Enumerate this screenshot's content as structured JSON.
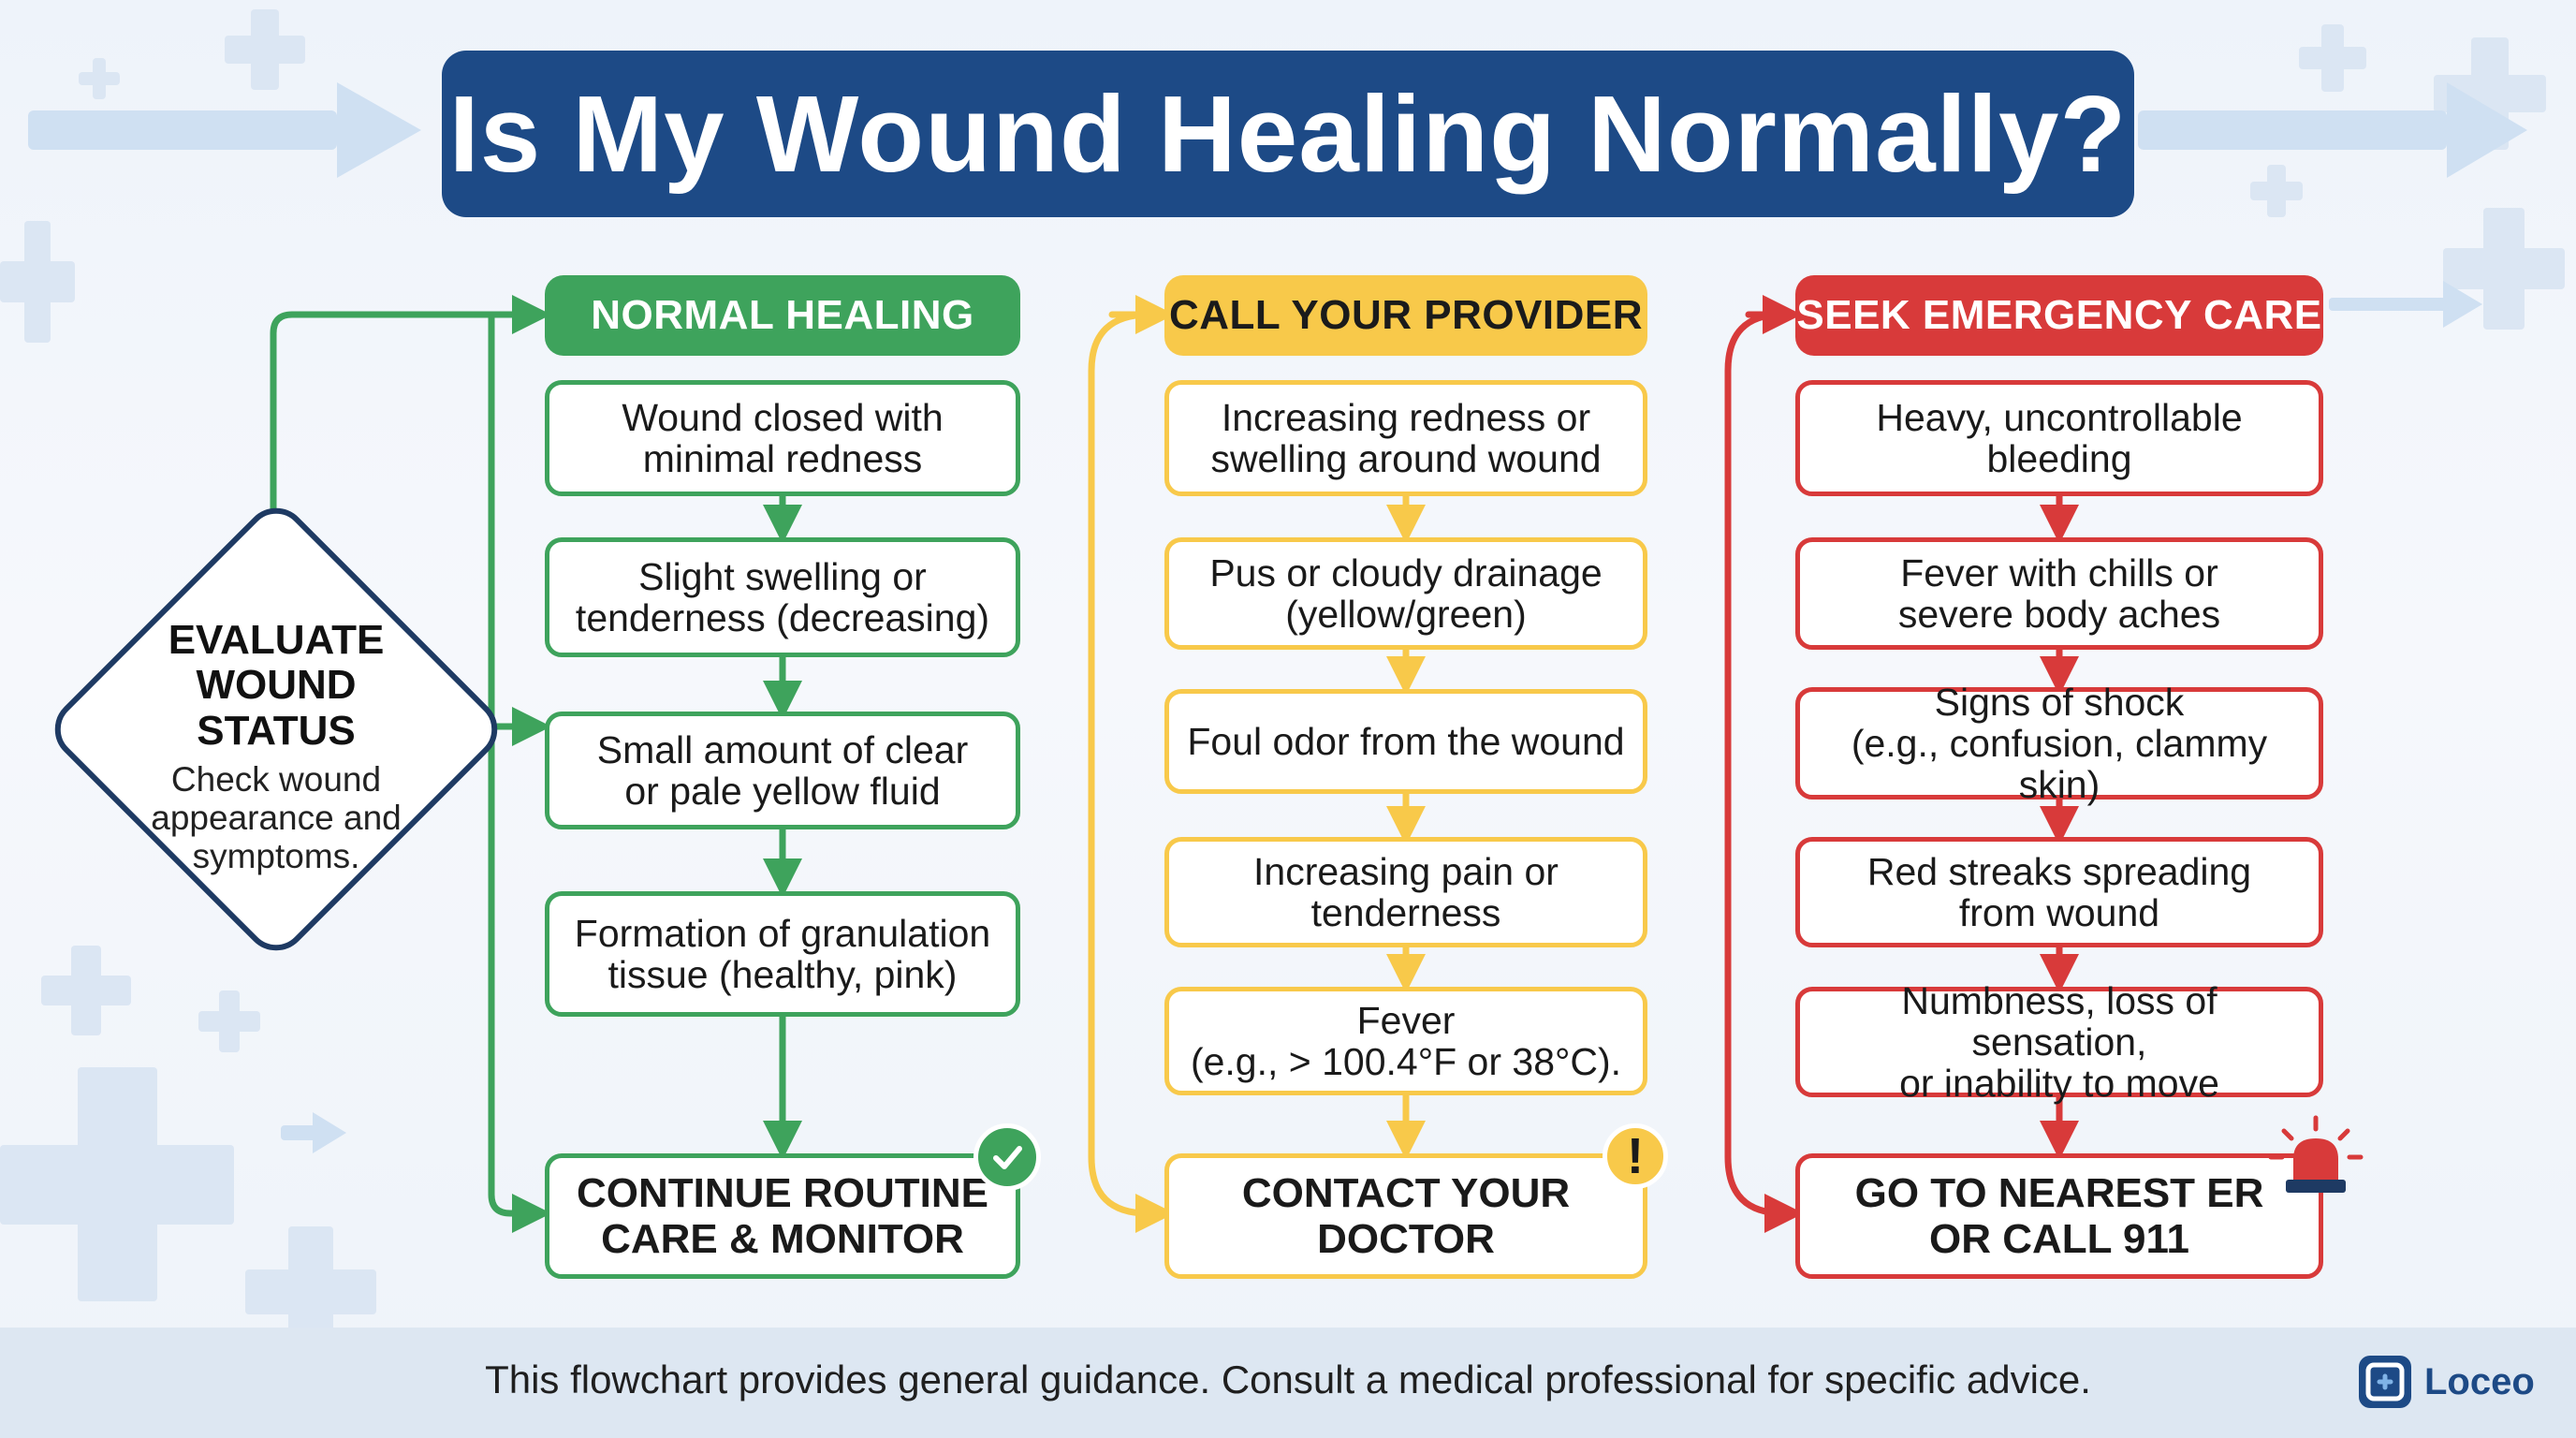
{
  "title": "Is My Wound Healing Normally?",
  "start": {
    "title": "EVALUATE\nWOUND STATUS",
    "subtitle": "Check wound\nappearance and\nsymptoms."
  },
  "columns": [
    {
      "id": "normal",
      "header": "NORMAL HEALING",
      "color": "#3ea35c",
      "steps": [
        "Wound closed with\nminimal redness",
        "Slight swelling or\ntenderness (decreasing)",
        "Small amount of clear\nor pale yellow fluid",
        "Formation of granulation\ntissue (healthy, pink)"
      ],
      "outcome": "CONTINUE ROUTINE\nCARE & MONITOR",
      "badge_icon": "checkmark-icon"
    },
    {
      "id": "provider",
      "header": "CALL YOUR PROVIDER",
      "color": "#f8c94a",
      "steps": [
        "Increasing redness or\nswelling around wound",
        "Pus or cloudy drainage\n(yellow/green)",
        "Foul odor from the wound",
        "Increasing pain or\ntenderness",
        "Fever\n(e.g., > 100.4°F or 38°C)."
      ],
      "outcome": "CONTACT YOUR\nDOCTOR",
      "badge_icon": "exclamation-icon",
      "badge_text": "!"
    },
    {
      "id": "emergency",
      "header": "SEEK EMERGENCY CARE",
      "color": "#d83a3a",
      "steps": [
        "Heavy, uncontrollable\nbleeding",
        "Fever with chills or\nsevere body aches",
        "Signs of shock\n(e.g., confusion, clammy skin)",
        "Red streaks spreading\nfrom wound",
        "Numbness, loss of sensation,\nor inability to move"
      ],
      "outcome": "GO TO NEAREST ER\nOR CALL 911",
      "badge_icon": "siren-icon"
    }
  ],
  "footer": {
    "text": "This flowchart provides general guidance. Consult a medical professional for specific advice.",
    "logo": "Loceo"
  }
}
